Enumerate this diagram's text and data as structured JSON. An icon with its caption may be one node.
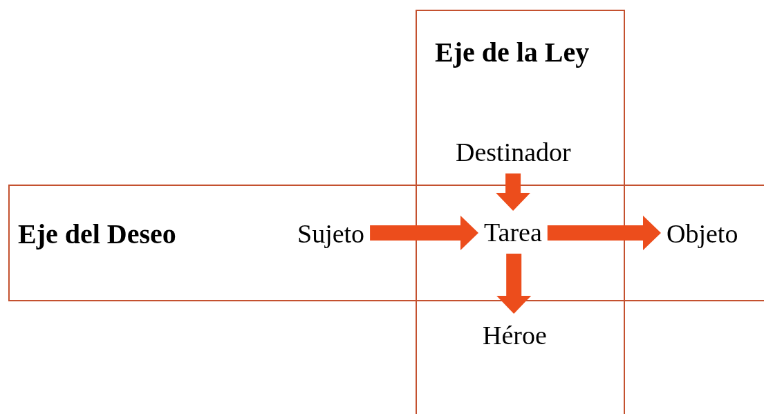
{
  "diagram": {
    "nodes": [
      {
        "text": [
          "Eje de la Ley"
        ]
      },
      {
        "text": [
          "Eje del Deseo"
        ]
      },
      {
        "text": [
          "Destinador"
        ],
        "in": 0
      },
      {
        "text": [
          "Sujeto"
        ],
        "in": 1
      },
      {
        "text": [
          "Tarea"
        ]
      },
      {
        "text": [
          "Objeto"
        ],
        "in": 1
      },
      {
        "text": [
          "Héroe"
        ],
        "in": 0
      }
    ],
    "edges": [
      {
        "from": 2,
        "to": 4,
        "arrow": "to",
        "style": "thick"
      },
      {
        "from": 3,
        "to": 4,
        "arrow": "to",
        "style": "thick"
      },
      {
        "from": 4,
        "to": 5,
        "arrow": "to",
        "style": "thick"
      },
      {
        "from": 4,
        "to": 6,
        "arrow": "to",
        "style": "thick"
      }
    ]
  }
}
